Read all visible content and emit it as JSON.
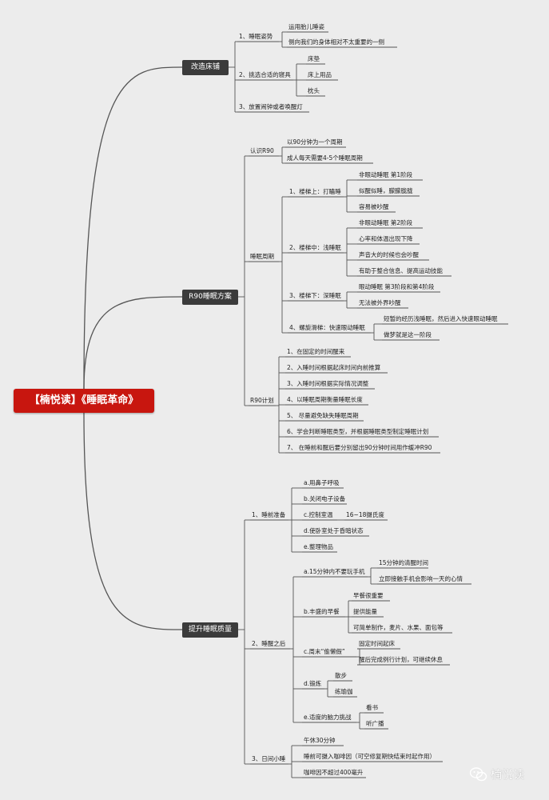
{
  "title": "【楠悦读】《睡眠革命》",
  "watermark": "楠悦读",
  "colors": {
    "root": "#c8160f",
    "main": "#3b3b3b",
    "line": "#555555",
    "background": "#ececec"
  },
  "branches": [
    {
      "label": "改造床铺",
      "children": [
        {
          "label": "1、睡眠姿势",
          "children": [
            {
              "label": "运用胎儿睡姿"
            },
            {
              "label": "侧向我们的身体相对不太重要的一侧"
            }
          ]
        },
        {
          "label": "2、挑选合适的寝具",
          "children": [
            {
              "label": "床垫"
            },
            {
              "label": "床上用品"
            },
            {
              "label": "枕头"
            }
          ]
        },
        {
          "label": "3、放置闹钟或者唤醒灯"
        }
      ]
    },
    {
      "label": "R90睡眠方案",
      "children": [
        {
          "label": "认识R90",
          "children": [
            {
              "label": "以90分钟为一个周期"
            },
            {
              "label": "成人每天需要4-5个睡眠周期"
            }
          ]
        },
        {
          "label": "睡眠周期",
          "children": [
            {
              "label": "1、楼梯上：打瞌睡",
              "children": [
                {
                  "label": "非眼动睡眠 第1阶段"
                },
                {
                  "label": "似醒似睡，朦朦胧胧"
                },
                {
                  "label": "容易被吵醒"
                }
              ]
            },
            {
              "label": "2、楼梯中：浅睡眠",
              "children": [
                {
                  "label": "非眼动睡眠 第2阶段"
                },
                {
                  "label": "心率和体温出现下降"
                },
                {
                  "label": "声音大的时候也会吵醒"
                },
                {
                  "label": "有助于整合信息、提高运动技能"
                }
              ]
            },
            {
              "label": "3、楼梯下：深睡眠",
              "children": [
                {
                  "label": "眼动睡眠 第3阶段和第4阶段"
                },
                {
                  "label": "无法被外界吵醒"
                }
              ]
            },
            {
              "label": "4、螺旋滑梯：快速眼动睡眠",
              "children": [
                {
                  "label": "短暂的经历浅睡眠，然后进入快速眼动睡眠"
                },
                {
                  "label": "做梦就是这一阶段"
                }
              ]
            }
          ]
        },
        {
          "label": "R90计划",
          "children": [
            {
              "label": "1、在固定的时间醒来"
            },
            {
              "label": "2、入睡时间根据起床时间向前推算"
            },
            {
              "label": "3、入睡时间根据实际情况调整"
            },
            {
              "label": "4、以睡眠周期衡量睡眠长度"
            },
            {
              "label": "5、 尽量避免缺失睡眠周期"
            },
            {
              "label": "6、学会判断睡眠类型，并根据睡眠类型制定睡眠计划"
            },
            {
              "label": "7、 在睡前和醒后要分别留出90分钟时间用作缓冲R90"
            }
          ]
        }
      ]
    },
    {
      "label": "提升睡眠质量",
      "children": [
        {
          "label": "1、睡前准备",
          "children": [
            {
              "label": "a.用鼻子呼吸"
            },
            {
              "label": "b.关闭电子设备"
            },
            {
              "label": "c.控制室温",
              "children": [
                {
                  "label": "16~18摄氏度"
                }
              ]
            },
            {
              "label": "d.使卧室处于昏暗状态"
            },
            {
              "label": "e.整理物品"
            }
          ]
        },
        {
          "label": "2、睡醒之后",
          "children": [
            {
              "label": "a.15分钟内不要玩手机",
              "children": [
                {
                  "label": "15分钟的清醒时间"
                },
                {
                  "label": "立即接触手机会影响一天的心情"
                }
              ]
            },
            {
              "label": "b.丰盛的早餐",
              "children": [
                {
                  "label": "早餐很重要"
                },
                {
                  "label": "提供能量"
                },
                {
                  "label": "可简单制作，麦片、水果、面包等"
                }
              ]
            },
            {
              "label": "c.周末“偷懒假”",
              "children": [
                {
                  "label": "固定时间起床"
                },
                {
                  "label": "醒后完成例行计划，可继续休息"
                }
              ]
            },
            {
              "label": "d.锻炼",
              "children": [
                {
                  "label": "散步"
                },
                {
                  "label": "练瑜伽"
                }
              ]
            },
            {
              "label": "e.适度的脑力挑战",
              "children": [
                {
                  "label": "看书"
                },
                {
                  "label": "听广播"
                }
              ]
            }
          ]
        },
        {
          "label": "3、日间小睡",
          "children": [
            {
              "label": "午休30分钟"
            },
            {
              "label": "睡前可摄入咖啡因（可空修复期快结束时起作用）"
            },
            {
              "label": "咖啡因不超过400毫升"
            }
          ]
        }
      ]
    }
  ]
}
